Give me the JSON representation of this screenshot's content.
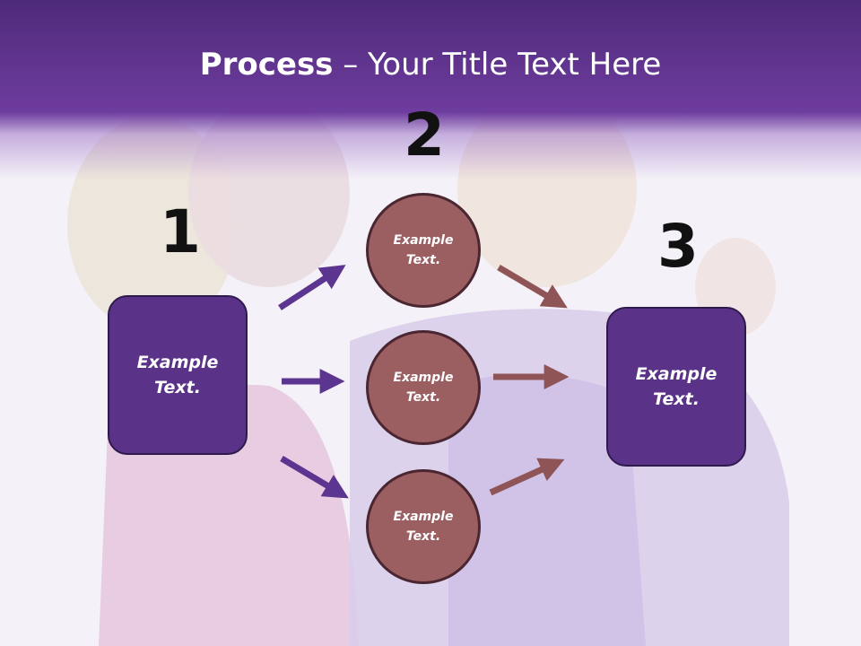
{
  "slide": {
    "title_bold": "Process",
    "title_rest": " – Your Title Text Here"
  },
  "steps": {
    "one": "1",
    "two": "2",
    "three": "3"
  },
  "left_box": {
    "text": "Example Text."
  },
  "right_box": {
    "text": "Example Text."
  },
  "circles": [
    {
      "text": "Example Text."
    },
    {
      "text": "Example Text."
    },
    {
      "text": "Example Text."
    }
  ],
  "colors": {
    "header_purple": "#6e3c9e",
    "box_purple": "#5a3388",
    "circle_rose": "#9b5f62",
    "arrow_purple": "#5b3590",
    "arrow_rose": "#8e5456"
  }
}
